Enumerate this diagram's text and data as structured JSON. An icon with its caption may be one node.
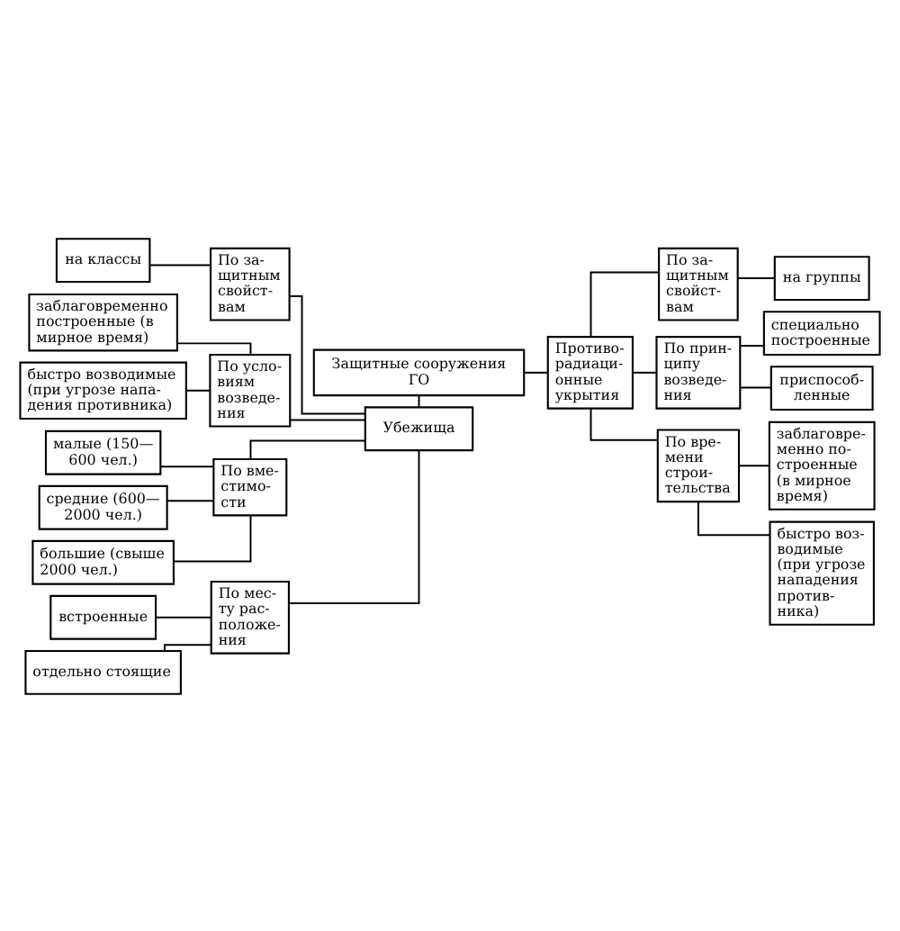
{
  "diagram": {
    "nodes": [
      {
        "text": [
          "Защитные сооружения ГО"
        ]
      },
      {
        "text": [
          "Убежища"
        ]
      },
      {
        "text": [
          "Противо- радиаци- онные укрытия"
        ]
      },
      {
        "text": [
          "на классы"
        ]
      },
      {
        "text": [
          "По за- щитным свойст- вам"
        ]
      },
      {
        "text": [
          "заблаговременно построенные (в мирное время)"
        ]
      },
      {
        "text": [
          "быстро возводимые (при угрозе напа- дения противника)"
        ]
      },
      {
        "text": [
          "По усло- виям возведе- ния"
        ]
      },
      {
        "text": [
          "малые (150— 600 чел.)"
        ]
      },
      {
        "text": [
          "средние (600— 2000 чел.)"
        ]
      },
      {
        "text": [
          "большие (свыше 2000 чел.)"
        ]
      },
      {
        "text": [
          "По вме- стимо- сти"
        ]
      },
      {
        "text": [
          "встроенные"
        ]
      },
      {
        "text": [
          "отдельно стоящие"
        ]
      },
      {
        "text": [
          "По мес- ту рас- положе- ния"
        ]
      },
      {
        "text": [
          "По за- щитным свойст- вам"
        ]
      },
      {
        "text": [
          "на группы"
        ]
      },
      {
        "text": [
          "По прин- ципу возведе- ния"
        ]
      },
      {
        "text": [
          "специально построенные"
        ]
      },
      {
        "text": [
          "приспособ- ленные"
        ]
      },
      {
        "text": [
          "По вре- мени строи- тельства"
        ]
      },
      {
        "text": [
          "заблаговре- менно по- строенные (в мирное время)"
        ]
      },
      {
        "text": [
          "быстро воз- водимые (при угрозе нападения против- ника)"
        ]
      }
    ],
    "edges": [
      {
        "from": 0,
        "to": 1,
        "arrow": "none"
      },
      {
        "from": 0,
        "to": 2,
        "arrow": "none"
      },
      {
        "from": 4,
        "to": 1,
        "arrow": "none"
      },
      {
        "from": 3,
        "to": 4,
        "arrow": "none"
      },
      {
        "from": 7,
        "to": 1,
        "arrow": "none"
      },
      {
        "from": 5,
        "to": 7,
        "arrow": "none"
      },
      {
        "from": 6,
        "to": 7,
        "arrow": "none"
      },
      {
        "from": 11,
        "to": 1,
        "arrow": "none"
      },
      {
        "from": 8,
        "to": 11,
        "arrow": "none"
      },
      {
        "from": 9,
        "to": 11,
        "arrow": "none"
      },
      {
        "from": 10,
        "to": 11,
        "arrow": "none"
      },
      {
        "from": 14,
        "to": 1,
        "arrow": "none"
      },
      {
        "from": 12,
        "to": 14,
        "arrow": "none"
      },
      {
        "from": 13,
        "to": 14,
        "arrow": "none"
      },
      {
        "from": 2,
        "to": 15,
        "arrow": "none"
      },
      {
        "from": 15,
        "to": 16,
        "arrow": "none"
      },
      {
        "from": 2,
        "to": 17,
        "arrow": "none"
      },
      {
        "from": 17,
        "to": 18,
        "arrow": "none"
      },
      {
        "from": 17,
        "to": 19,
        "arrow": "none"
      },
      {
        "from": 2,
        "to": 20,
        "arrow": "none"
      },
      {
        "from": 20,
        "to": 21,
        "arrow": "none"
      },
      {
        "from": 20,
        "to": 22,
        "arrow": "none"
      }
    ]
  }
}
